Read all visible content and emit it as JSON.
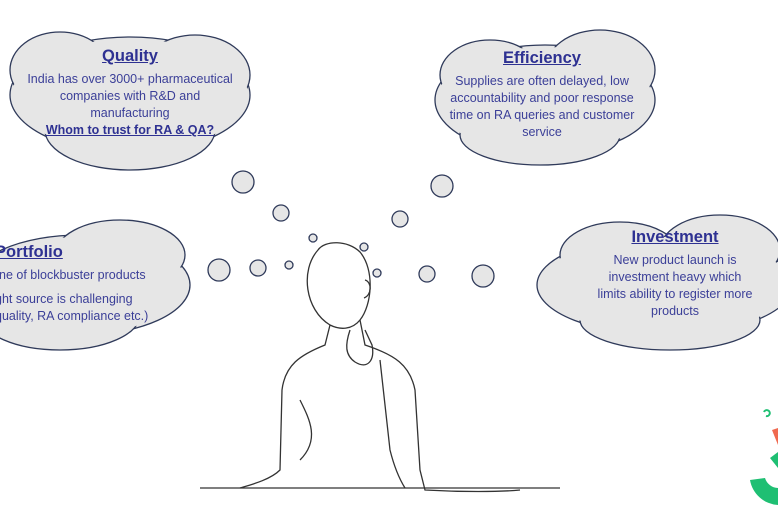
{
  "clouds": {
    "quality": {
      "title": "Quality",
      "lines": [
        "India has over 3000+ pharmaceutical",
        "companies with R&D and",
        "manufacturing"
      ],
      "emphasis": "Whom to trust for RA & QA?"
    },
    "efficiency": {
      "title": "Efficiency",
      "lines": [
        "Supplies are often delayed, low",
        "accountability and poor response",
        "time on RA queries and customer",
        "service"
      ]
    },
    "portfolio": {
      "title": "Portfolio",
      "lines": [
        "ne of blockbuster products",
        "ght source is challenging",
        "quality, RA compliance etc.)"
      ]
    },
    "investment": {
      "title": "Investment",
      "lines": [
        "New product launch is",
        "investment heavy which",
        "limits ability to register more",
        "products"
      ]
    }
  },
  "colors": {
    "cloud_fill": "#e6e6e6",
    "cloud_stroke": "#2f3a5a",
    "text": "#3b3f98",
    "logo_green": "#1fbf73",
    "logo_red": "#f06a50"
  }
}
